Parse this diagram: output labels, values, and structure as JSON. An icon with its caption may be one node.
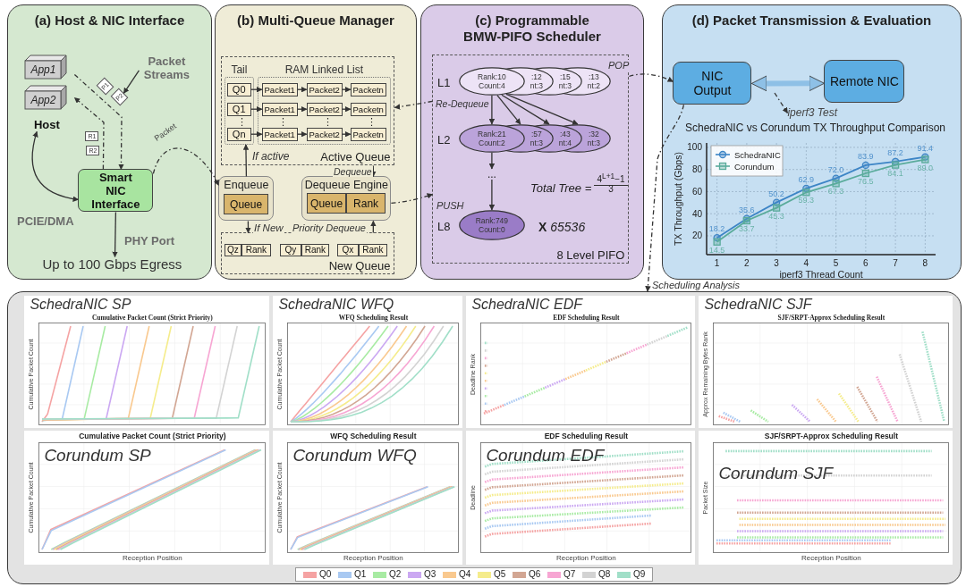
{
  "diagram": {
    "nodes": [
      {
        "text": [
          "(a) Host & NIC Interface"
        ]
      },
      {
        "text": [
          "Host"
        ],
        "in": 0
      },
      {
        "text": [
          "App1"
        ],
        "in": 1
      },
      {
        "text": [
          "App2"
        ],
        "in": 1
      },
      {
        "text": [
          "Packet Streams"
        ],
        "in": 0
      },
      {
        "text": [
          "P1"
        ],
        "in": 0
      },
      {
        "text": [
          "P2"
        ],
        "in": 0
      },
      {
        "text": [
          "R1"
        ],
        "in": 0
      },
      {
        "text": [
          "R2"
        ],
        "in": 0
      },
      {
        "text": [
          "Smart NIC Interface"
        ],
        "in": 0
      },
      {
        "text": [
          "Up to 100 Gbps Egress"
        ],
        "in": 0
      },
      {
        "text": [
          "(b) Multi-Queue Manager"
        ]
      },
      {
        "text": [
          "Active Queue"
        ],
        "in": 11
      },
      {
        "text": [
          "Tail"
        ],
        "in": 12
      },
      {
        "text": [
          "Q0"
        ],
        "in": 13
      },
      {
        "text": [
          "Q1"
        ],
        "in": 13
      },
      {
        "text": [
          "Qn"
        ],
        "in": 13
      },
      {
        "text": [
          "RAM Linked List"
        ],
        "in": 12
      },
      {
        "text": [
          "Packet1"
        ],
        "in": 17
      },
      {
        "text": [
          "Packet2"
        ],
        "in": 17
      },
      {
        "text": [
          "Packetn"
        ],
        "in": 17
      },
      {
        "text": [
          "Packet1"
        ],
        "in": 17
      },
      {
        "text": [
          "Packet2"
        ],
        "in": 17
      },
      {
        "text": [
          "Packetn"
        ],
        "in": 17
      },
      {
        "text": [
          "Packet1"
        ],
        "in": 17
      },
      {
        "text": [
          "Packet2"
        ],
        "in": 17
      },
      {
        "text": [
          "Packetn"
        ],
        "in": 17
      },
      {
        "text": [
          "Enqueue"
        ],
        "in": 11
      },
      {
        "text": [
          "Queue"
        ],
        "in": 27
      },
      {
        "text": [
          "Dequeue Engine"
        ],
        "in": 11
      },
      {
        "text": [
          "Queue"
        ],
        "in": 29
      },
      {
        "text": [
          "Rank"
        ],
        "in": 29
      },
      {
        "text": [
          "New Queue"
        ],
        "in": 11
      },
      {
        "text": [
          "Qz"
        ],
        "in": 32
      },
      {
        "text": [
          "Rank"
        ],
        "in": 32
      },
      {
        "text": [
          "Qy"
        ],
        "in": 32
      },
      {
        "text": [
          "Rank"
        ],
        "in": 32
      },
      {
        "text": [
          "Qx"
        ],
        "in": 32
      },
      {
        "text": [
          "Rank"
        ],
        "in": 32
      },
      {
        "text": [
          "(c) Programmable BMW-PIFO Scheduler"
        ]
      },
      {
        "text": [
          "8 Level PIFO"
        ],
        "in": 39
      },
      {
        "text": [
          "Rank:10 Count:4"
        ],
        "beside": [
          "L1"
        ],
        "in": 40
      },
      {
        "text": [
          ":12 nt:3"
        ],
        "in": 40
      },
      {
        "text": [
          ":15 nt:3"
        ],
        "in": 40
      },
      {
        "text": [
          ":13 nt:2"
        ],
        "in": 40
      },
      {
        "text": [
          "Rank:21 Count:2"
        ],
        "beside": [
          "L2"
        ],
        "in": 40
      },
      {
        "text": [
          ":57 nt:3"
        ],
        "in": 40
      },
      {
        "text": [
          ":43 nt:4"
        ],
        "in": 40
      },
      {
        "text": [
          ":32 nt:3"
        ],
        "in": 40
      },
      {
        "text": [
          "..."
        ],
        "in": 40
      },
      {
        "text": [
          "Rank:749 Count:0"
        ],
        "beside": [
          "L8"
        ],
        "in": 40
      },
      {
        "text": [
          "(d) Packet Transmission & Evaluation"
        ]
      },
      {
        "text": [
          "NIC Output"
        ],
        "in": 51
      },
      {
        "text": [
          "Remote NIC"
        ],
        "in": 51
      },
      {
        "text": [
          "iperf3 Test"
        ],
        "in": 51
      },
      {
        "text": [],
        "shape": "box"
      },
      {
        "text": [
          "SchedraNIC SP",
          "Cumulative Packet Count (Strict Priority)",
          "Cumulative Packet Count"
        ],
        "in": 55
      },
      {
        "text": [
          "SchedraNIC WFQ",
          "WFQ Scheduling Result",
          "Cumulative Packet Count"
        ],
        "in": 55
      },
      {
        "text": [
          "SchedraNIC EDF",
          "EDF Scheduling Result",
          "Deadline Rank"
        ],
        "in": 55
      },
      {
        "text": [
          "SchedraNIC SJF",
          "SJF/SRPT-Approx Scheduling Result",
          "Approx Remaining Bytes Rank"
        ],
        "in": 55
      },
      {
        "text": [
          "Cumulative Packet Count (Strict Priority)",
          "Corundum SP",
          "Cumulative Packet Count",
          "Reception Position"
        ],
        "in": 55
      },
      {
        "text": [
          "WFQ Scheduling Result",
          "Corundum WFQ",
          "Cumulative Packet Count",
          "Reception Position"
        ],
        "in": 55
      },
      {
        "text": [
          "EDF Scheduling Result",
          "Corundum EDF",
          "Deadline",
          "Reception Position"
        ],
        "in": 55
      },
      {
        "text": [
          "SJF/SRPT-Approx Scheduling Result",
          "Corundum SJF",
          "Packet Size",
          "Reception Position"
        ],
        "in": 55
      }
    ],
    "edges": [
      {
        "from": 4,
        "to": 6,
        "arrow": "to"
      },
      {
        "from": 1,
        "to": 9,
        "arrow": "to",
        "style": "dashed"
      },
      {
        "from": 9,
        "to": 1,
        "arrow": "to",
        "style": "dashed"
      },
      {
        "from": 1,
        "to": 9,
        "arrow": "both",
        "label": "PCIE/DMA"
      },
      {
        "from": 9,
        "to": 10,
        "arrow": "to",
        "label": "PHY Port"
      },
      {
        "from": 9,
        "to": 27,
        "arrow": "to",
        "label": "Packet",
        "style": "dashed"
      },
      {
        "from": 27,
        "to": 13,
        "arrow": "to",
        "label": "If active"
      },
      {
        "from": 27,
        "to": 32,
        "arrow": "to",
        "label": "If New"
      },
      {
        "from": 12,
        "to": 29,
        "arrow": "to",
        "label": "Dequeue"
      },
      {
        "from": 32,
        "to": 29,
        "arrow": "to",
        "label": "Priority Dequeue"
      },
      {
        "from": 14,
        "to": 18,
        "arrow": "to"
      },
      {
        "from": 18,
        "to": 19,
        "arrow": "to"
      },
      {
        "from": 19,
        "to": 20,
        "arrow": "to"
      },
      {
        "from": 15,
        "to": 21,
        "arrow": "to"
      },
      {
        "from": 21,
        "to": 22,
        "arrow": "to"
      },
      {
        "from": 22,
        "to": 23,
        "arrow": "to"
      },
      {
        "from": 16,
        "to": 24,
        "arrow": "to"
      },
      {
        "from": 24,
        "to": 25,
        "arrow": "to"
      },
      {
        "from": 25,
        "to": 26,
        "arrow": "to"
      },
      {
        "from": 29,
        "to": 40,
        "arrow": "to",
        "label": "PUSH",
        "style": "dashed"
      },
      {
        "from": 40,
        "to": 12,
        "arrow": "to",
        "label": "Re-Dequeue",
        "style": "dashed"
      },
      {
        "from": 41,
        "to": 45,
        "arrow": "to"
      },
      {
        "from": 41,
        "to": 46,
        "arrow": "to"
      },
      {
        "from": 41,
        "to": 47,
        "arrow": "to"
      },
      {
        "from": 41,
        "to": 48,
        "arrow": "to"
      },
      {
        "from": 45,
        "to": 49,
        "arrow": "to"
      },
      {
        "from": 49,
        "to": 50,
        "arrow": "to"
      },
      {
        "from": 40,
        "to": 52,
        "arrow": "to",
        "label": "POP",
        "style": "dashed"
      },
      {
        "from": 52,
        "to": 53,
        "arrow": "both",
        "style": "thick",
        "color": "#8ec0e6"
      },
      {
        "from": null,
        "to": 54,
        "arrow": "to",
        "style": "dashed"
      },
      {
        "from": 52,
        "to": 55,
        "arrow": "to",
        "label": "Scheduling Analysis",
        "style": "dashed"
      }
    ],
    "labels": [
      "⋮",
      "⋮",
      "⋮",
      "⋮",
      "Total Tree =",
      "4$^{L+1}$−1",
      "3",
      "**X** *65536*"
    ],
    "legend": [
      {
        "text": "Q0",
        "color": "#f5a3a3"
      },
      {
        "text": "Q1",
        "color": "#a9c9f2"
      },
      {
        "text": "Q2",
        "color": "#a8eba3"
      },
      {
        "text": "Q3",
        "color": "#cba8f2"
      },
      {
        "text": "Q4",
        "color": "#f9c98f"
      },
      {
        "text": "Q5",
        "color": "#f5ec8c"
      },
      {
        "text": "Q6",
        "color": "#d2a693"
      },
      {
        "text": "Q7",
        "color": "#f7a6d3"
      },
      {
        "text": "Q8",
        "color": "#d3d3d3"
      },
      {
        "text": "Q9",
        "color": "#a1dfc8"
      }
    ],
    "chart_data": {
      "type": "line",
      "title": "SchedraNIC vs Corundum TX Throughput Comparison",
      "xlabel": "iperf3 Thread Count",
      "ylabel": "TX Throughput (Gbps)",
      "x": [
        1,
        2,
        3,
        4,
        5,
        6,
        7,
        8
      ],
      "series": [
        {
          "name": "SchedraNIC",
          "color": "#3d85c6",
          "marker": "o",
          "values": [
            18.2,
            35.6,
            50.2,
            62.9,
            72.0,
            83.9,
            87.2,
            91.4
          ],
          "value_labels": [
            "18.2",
            "35.6",
            "50.2",
            "62.9",
            "72.0",
            "83.9",
            "87.2",
            "91.4"
          ]
        },
        {
          "name": "Corundum",
          "color": "#5aab9b",
          "marker": "s",
          "values": [
            14.5,
            33.7,
            45.3,
            59.3,
            67.3,
            76.5,
            84.1,
            89.0
          ],
          "value_labels": [
            "14.5",
            "33.7",
            "45.3",
            "59.3",
            "67.3",
            "76.5",
            "84.1",
            "89.0"
          ]
        }
      ],
      "xlim": [
        0.65,
        8.35
      ],
      "ylim": [
        3,
        104
      ],
      "xticks": [
        1,
        2,
        3,
        4,
        5,
        6,
        7,
        8
      ],
      "yticks": [
        20,
        40,
        60,
        80,
        100
      ],
      "grid": true,
      "legend": "upper left"
    }
  }
}
